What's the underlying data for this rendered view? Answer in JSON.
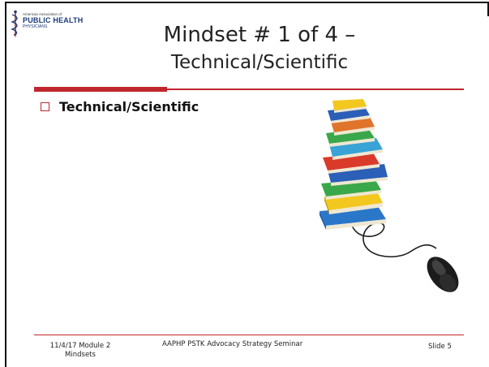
{
  "logo": {
    "line1": "American Association of",
    "line2": "PUBLIC HEALTH",
    "line3": "PHYSICIANS"
  },
  "title": {
    "line1": "Mindset # 1 of 4 –",
    "line2": "Technical/Scientific"
  },
  "body": {
    "bullets": [
      {
        "label": "Technical/Scientific"
      }
    ]
  },
  "image": {
    "icon": "books-with-computer-mouse-image"
  },
  "footer": {
    "left_line1": "11/4/17 Module 2",
    "left_line2": "Mindsets",
    "center": "AAPHP PSTK  Advocacy Strategy  Seminar",
    "right": "Slide 5"
  },
  "colors": {
    "accent": "#c0272d",
    "logo_blue": "#1a3a7a",
    "text": "#222222"
  }
}
